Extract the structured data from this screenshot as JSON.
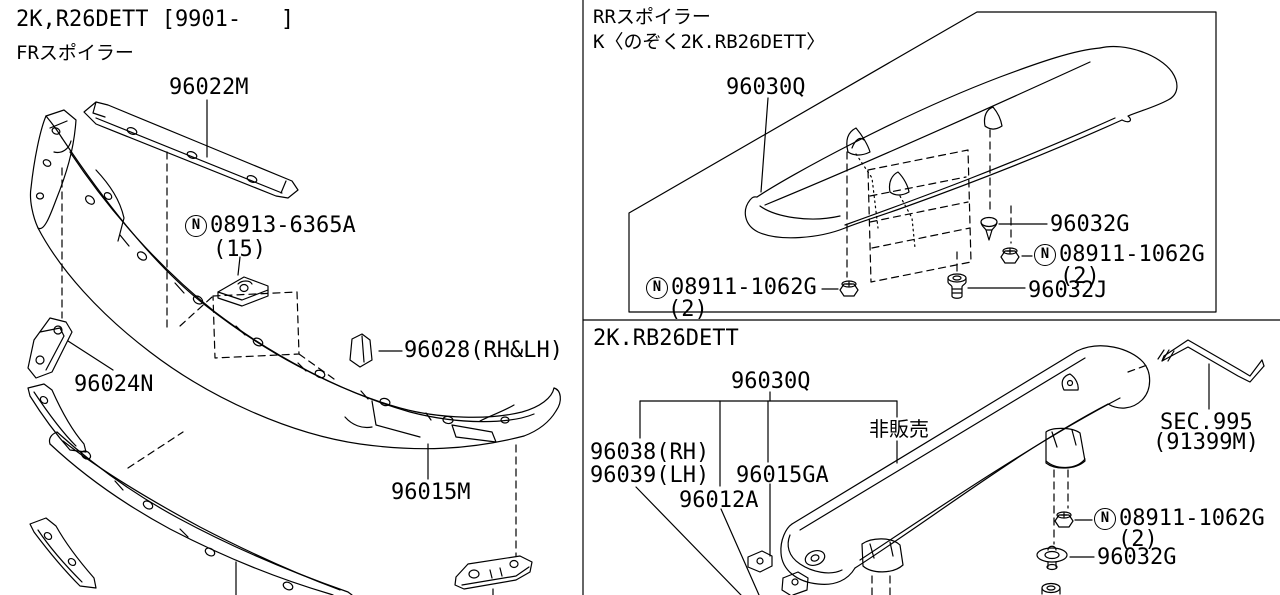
{
  "colors": {
    "background": "#ffffff",
    "line": "#000000"
  },
  "left": {
    "title1": "2K,R26DETT [9901-   ]",
    "title2": "FRスポイラー",
    "parts": {
      "p96022m": "96022M",
      "p08913": {
        "prefix": "N",
        "number": "08913-6365A",
        "qty": "(15)"
      },
      "p96024n": "96024N",
      "p96028": "96028(RH&LH)",
      "p96015m": "96015M"
    }
  },
  "rr": {
    "title1": "RRスポイラー",
    "title2": "K〈のぞく2K.RB26DETT〉",
    "p96030q": "96030Q",
    "nut_left": {
      "prefix": "N",
      "number": "08911-1062G",
      "qty": "(2)"
    },
    "p96032g": "96032G",
    "nut_right": {
      "prefix": "N",
      "number": "08911-1062G",
      "qty": "(2)"
    },
    "p96032j": "96032J"
  },
  "br": {
    "title": "2K.RB26DETT",
    "p96030q": "96030Q",
    "p96038": "96038(RH)",
    "p96039": "96039(LH)",
    "p96012a": "96012A",
    "p96015ga": "96015GA",
    "not_sold": "非販売",
    "sec_label": "SEC.995",
    "sec_ref": "(91399M)",
    "nut": {
      "prefix": "N",
      "number": "08911-1062G",
      "qty": "(2)"
    },
    "p96032g": "96032G"
  }
}
